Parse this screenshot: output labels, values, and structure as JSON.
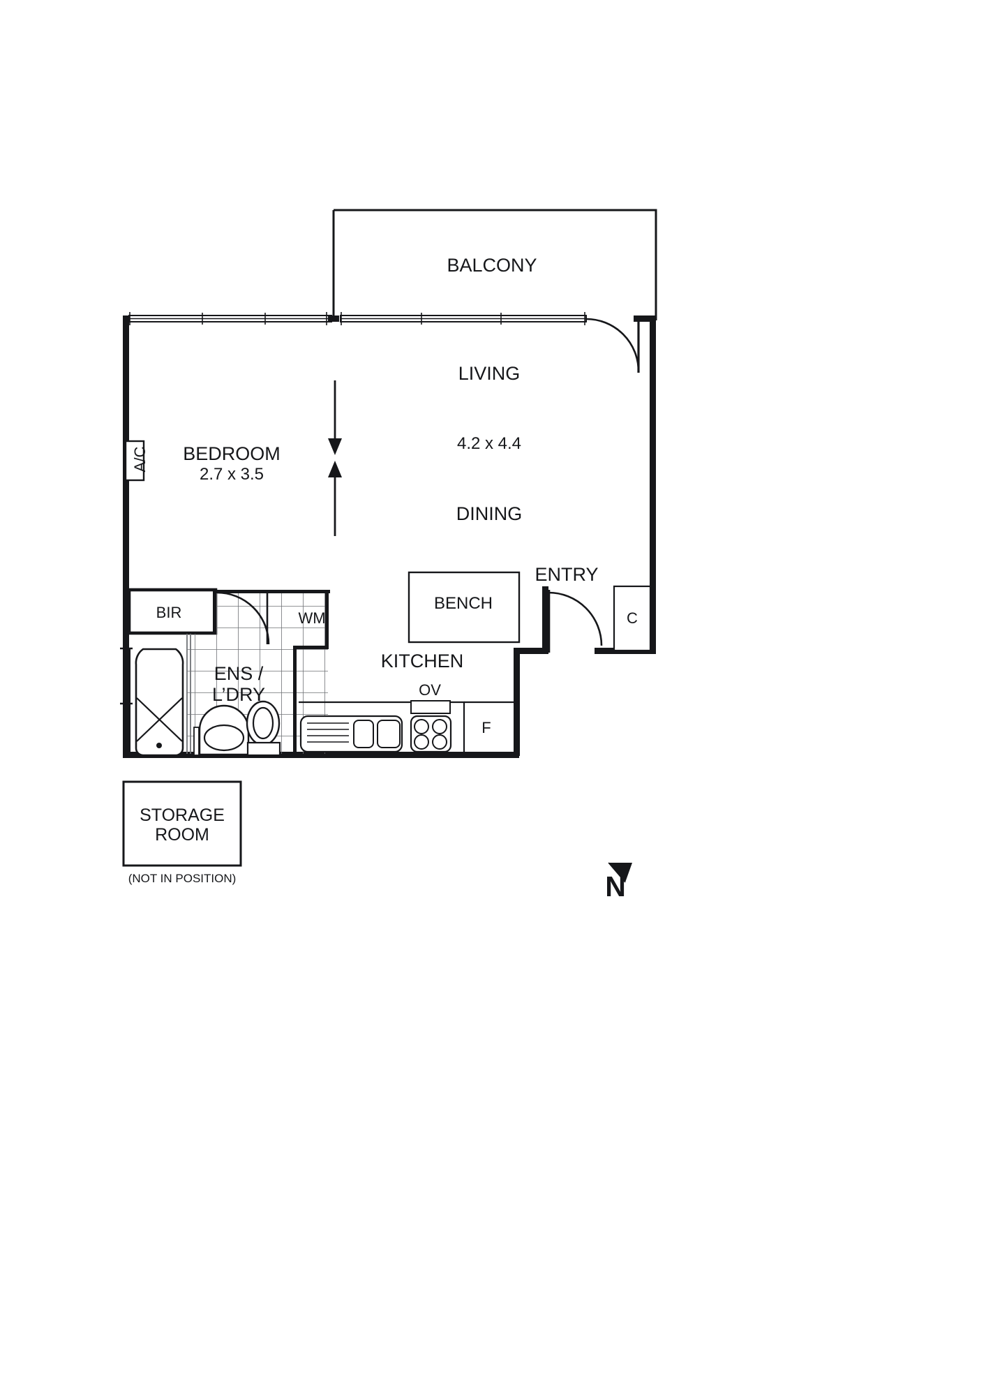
{
  "document": {
    "type": "floor-plan",
    "title": "Apartment Floor Plan",
    "orientation_marker": "N"
  },
  "rooms": [
    {
      "id": "balcony",
      "label": "BALCONY",
      "dimensions": ""
    },
    {
      "id": "living",
      "label": "LIVING",
      "dimensions": "4.2 x 4.4"
    },
    {
      "id": "dining",
      "label": "DINING",
      "dimensions": ""
    },
    {
      "id": "bedroom",
      "label": "BEDROOM",
      "dimensions": "2.7 x 3.5"
    },
    {
      "id": "ens-ldry",
      "label_line1": "ENS /",
      "label_line2": "L’DRY",
      "dimensions": ""
    },
    {
      "id": "kitchen",
      "label": "KITCHEN",
      "dimensions": ""
    },
    {
      "id": "entry",
      "label": "ENTRY",
      "dimensions": ""
    }
  ],
  "fixtures": [
    {
      "id": "ac",
      "label": "A/C",
      "description": "air-conditioner unit on bedroom wall"
    },
    {
      "id": "bir",
      "label": "BIR",
      "description": "built in robe"
    },
    {
      "id": "wm",
      "label": "WM",
      "description": "washing machine"
    },
    {
      "id": "bench",
      "label": "BENCH",
      "description": "kitchen island bench"
    },
    {
      "id": "oven",
      "label": "OV",
      "description": "oven"
    },
    {
      "id": "fridge",
      "label": "F",
      "description": "fridge space"
    },
    {
      "id": "closet",
      "label": "C",
      "description": "entry cupboard"
    }
  ],
  "storage": {
    "label_line1": "STORAGE",
    "label_line2": "ROOM",
    "note": "(NOT IN POSITION)"
  },
  "compass": {
    "letter": "N"
  },
  "colors": {
    "wall": "#16171a",
    "thin_line": "#16171a",
    "tile_grid": "#6f7276",
    "background": "#ffffff",
    "text": "#16171a"
  },
  "typography": {
    "room_label_size": "27px",
    "dimension_size": "24px",
    "fixture_label_size": "22px",
    "note_size": "17px"
  }
}
